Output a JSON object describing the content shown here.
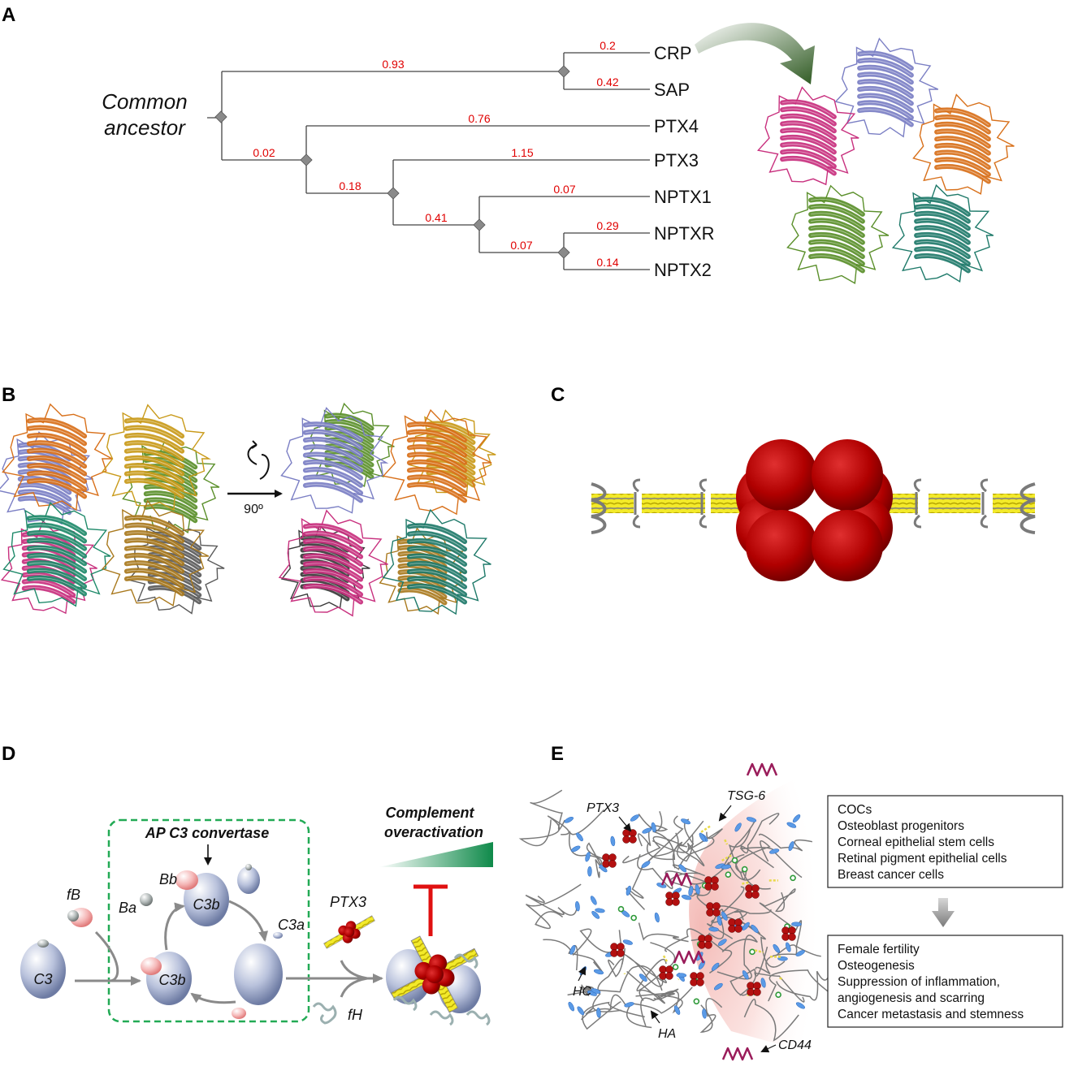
{
  "panels": {
    "a": "A",
    "b": "B",
    "c": "C",
    "d": "D",
    "e": "E"
  },
  "tree": {
    "root_label_line1": "Common",
    "root_label_line2": "ancestor",
    "leaves": [
      "CRP",
      "SAP",
      "PTX4",
      "PTX3",
      "NPTX1",
      "NPTXR",
      "NPTX2"
    ],
    "branch_lengths": {
      "crp": "0.2",
      "sap": "0.42",
      "ptx4": "0.76",
      "ptx3": "1.15",
      "nptx1": "0.07",
      "nptxr": "0.29",
      "nptx2": "0.14",
      "crp_sap_clade": "0.93",
      "ptx4_clade": "0.02",
      "ptx3_clade": "0.18",
      "nptx_clade": "0.41",
      "nptxr_nptx2_clade": "0.07"
    }
  },
  "panel_b": {
    "rotation_label": "90º"
  },
  "panel_d": {
    "box_title": "AP C3 convertase",
    "triangle_label_line1": "Complement",
    "triangle_label_line2": "overactivation",
    "labels": {
      "c3": "C3",
      "fb": "fB",
      "ba": "Ba",
      "bb": "Bb",
      "c3b_top": "C3b",
      "c3b_bottom": "C3b",
      "c3a": "C3a",
      "ptx3": "PTX3",
      "fh": "fH"
    }
  },
  "panel_e": {
    "labels": {
      "ptx3": "PTX3",
      "tsg6": "TSG-6",
      "hc": "HC",
      "ha": "HA",
      "cd44": "CD44"
    },
    "cell_types": [
      "COCs",
      "Osteoblast progenitors",
      "Corneal epithelial stem cells",
      "Retinal pigment epithelial cells",
      "Breast cancer cells"
    ],
    "functions": [
      "Female fertility",
      "Osteogenesis",
      "Suppression of inflammation,",
      "angiogenesis and scarring",
      "Cancer metastasis and stemness"
    ]
  },
  "colors": {
    "branch_label": "#e00000",
    "protomers": [
      "#7b7fc4",
      "#c8307e",
      "#d8701a",
      "#5a8f2a",
      "#1f7a6a"
    ],
    "box_dash": "#22aa55",
    "inhibit": "#e01010",
    "ptx3_globule": "#a00000",
    "ptx3_coil": "#f0e020"
  }
}
